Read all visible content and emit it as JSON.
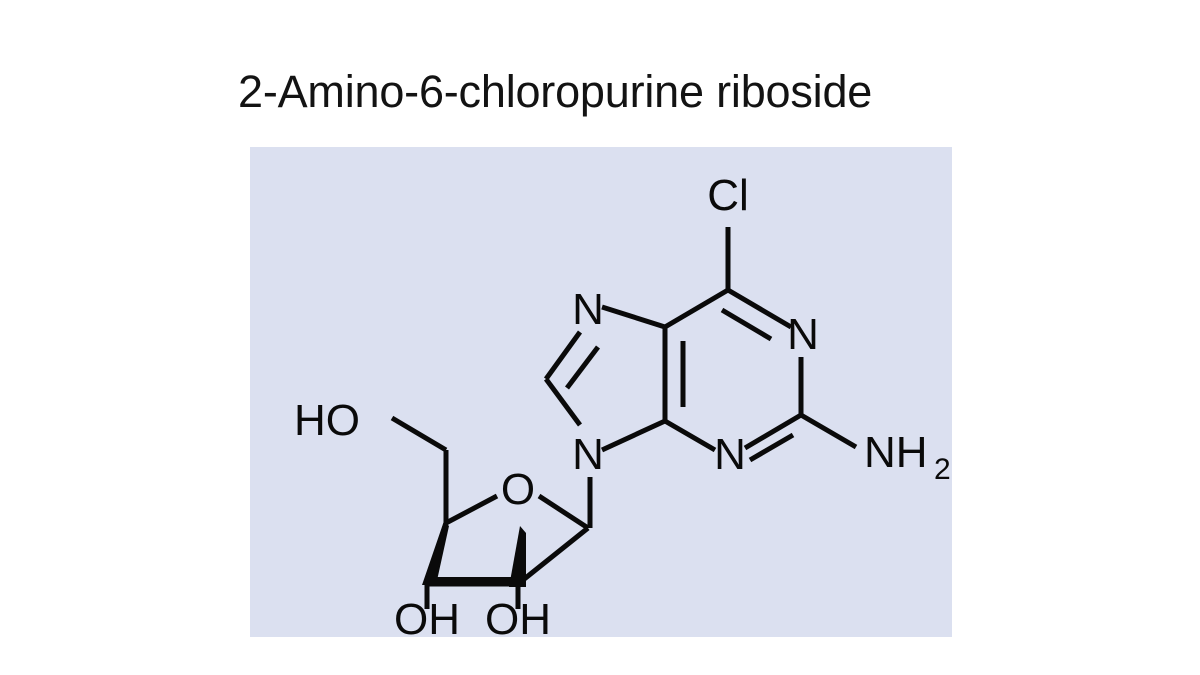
{
  "slide": {
    "title": "2-Amino-6-chloropurine riboside",
    "background_color": "#ffffff",
    "title_color": "#131313"
  },
  "structure_panel": {
    "background_color": "#dbe0f0",
    "bond_color": "#0a0a0a",
    "label_color": "#0a0a0a",
    "molecule_name": "2-Amino-6-chloropurine riboside"
  },
  "atom_labels": {
    "chlorine": "Cl",
    "n7": "N",
    "n9": "N",
    "n1": "N",
    "n3": "N",
    "amine": "NH",
    "amine_subscript": "2",
    "ring_oxygen": "O",
    "hydroxymethyl": "HO",
    "hydroxyl_3prime": "OH",
    "hydroxyl_2prime": "OH"
  }
}
